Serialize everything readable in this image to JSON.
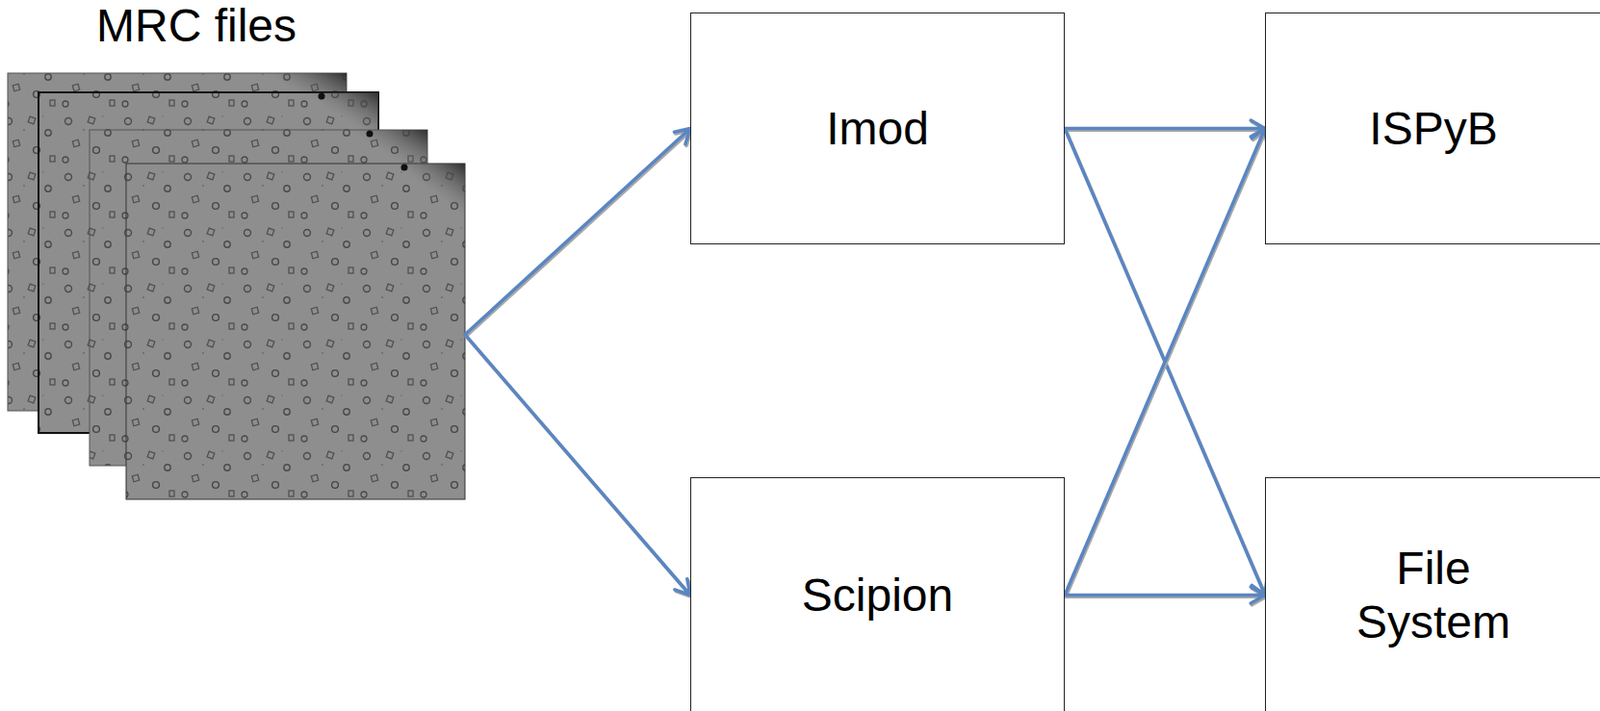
{
  "diagram": {
    "nodes": [
      {
        "text": [
          "MRC files"
        ]
      },
      {
        "text": [
          "Imod"
        ]
      },
      {
        "text": [
          "ISPyB"
        ]
      },
      {
        "text": [
          "Scipion"
        ]
      },
      {
        "text": [
          "File System"
        ]
      }
    ],
    "edges": [
      {
        "from": 0,
        "to": 1,
        "arrow": "to"
      },
      {
        "from": 0,
        "to": 3,
        "arrow": "to"
      },
      {
        "from": 1,
        "to": 2,
        "arrow": "to"
      },
      {
        "from": 1,
        "to": 4,
        "arrow": "to"
      },
      {
        "from": 3,
        "to": 2,
        "arrow": "to"
      },
      {
        "from": 3,
        "to": 4,
        "arrow": "to"
      }
    ]
  }
}
